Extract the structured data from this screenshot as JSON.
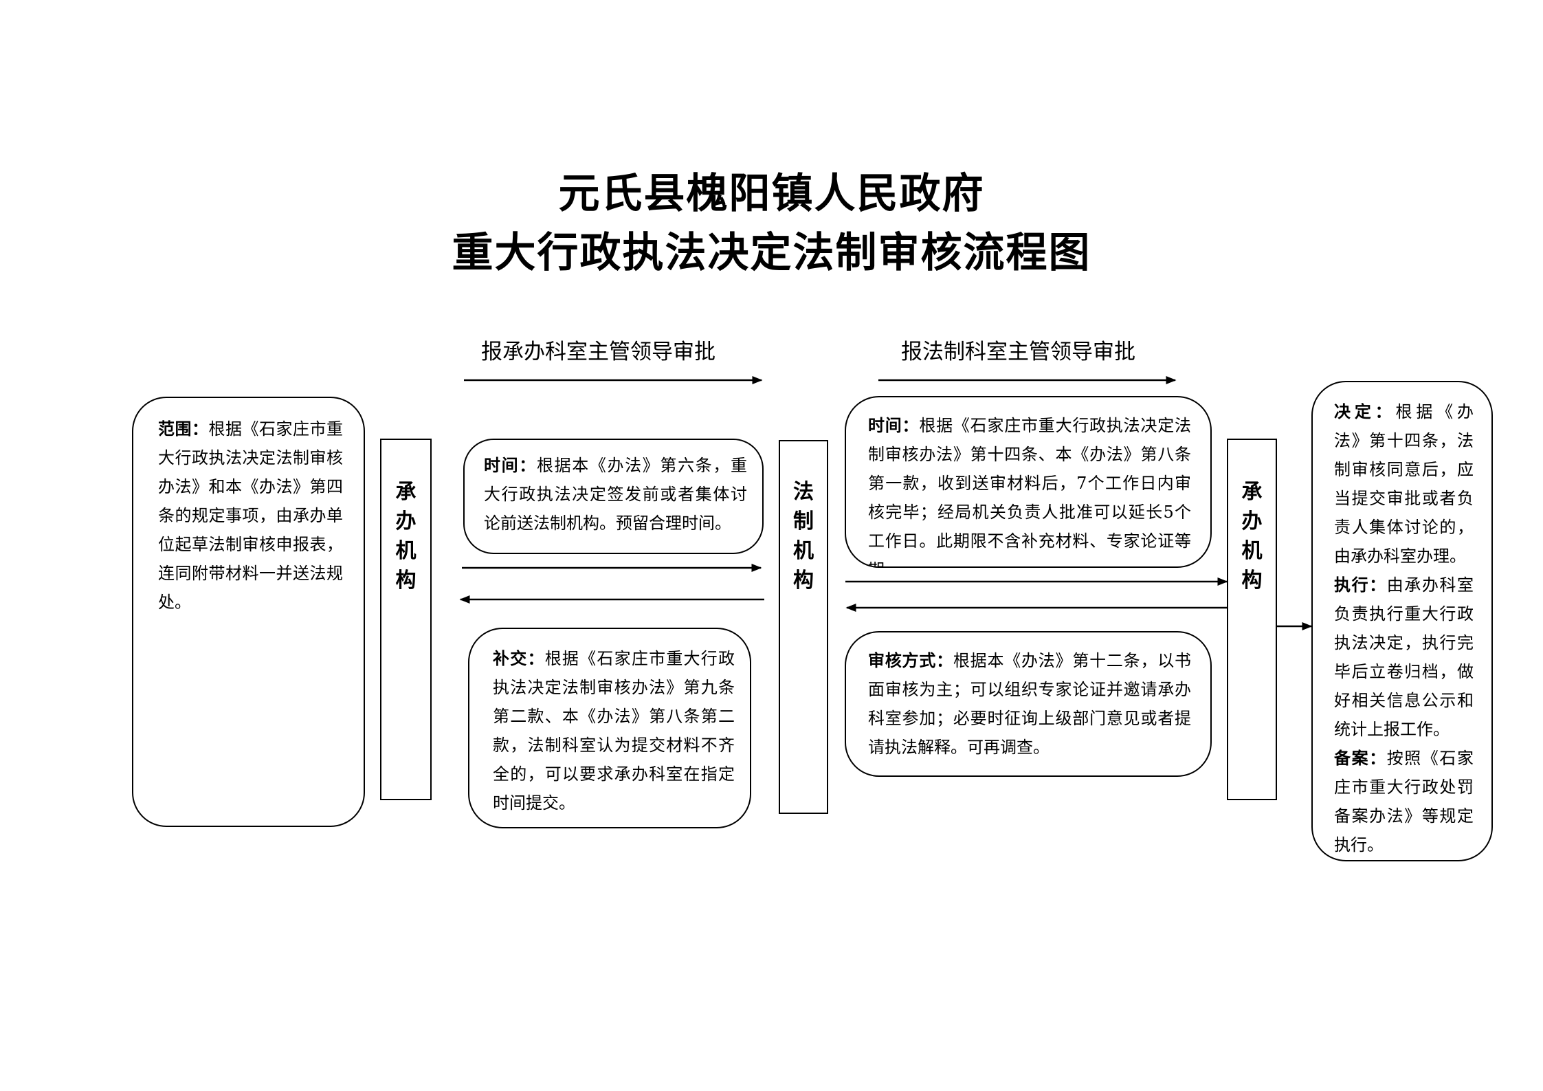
{
  "title": {
    "line1": "元氏县槐阳镇人民政府",
    "line2": "重大行政执法决定法制审核流程图"
  },
  "flow_labels": {
    "left": "报承办科室主管领导审批",
    "right": "报法制科室主管领导审批"
  },
  "scope": {
    "key": "范围：",
    "text": "根据《石家庄市重大行政执法决定法制审核办法》和本《办法》第四条的规定事项，由承办单位起草法制审核申报表，连同附带材料一并送法规处。"
  },
  "node_undertaking_1": {
    "label": "承办机构"
  },
  "time_1": {
    "key": "时间：",
    "text": "根据本《办法》第六条，重大行政执法决定签发前或者集体讨论前送法制机构。预留合理时间。"
  },
  "supplement": {
    "key": "补交：",
    "text": "根据《石家庄市重大行政执法决定法制审核办法》第九条第二款、本《办法》第八条第二款，法制科室认为提交材料不齐全的，可以要求承办科室在指定时间提交。"
  },
  "node_legal": {
    "label": "法制机构"
  },
  "time_2": {
    "key": "时间：",
    "text": "根据《石家庄市重大行政执法决定法制审核办法》第十四条、本《办法》第八条第一款，收到送审材料后，7个工作日内审核完毕；经局机关负责人批准可以延长5个工作日。此期限不含补充材料、专家论证等期"
  },
  "review_method": {
    "key": "审核方式：",
    "text": "根据本《办法》第十二条，以书面审核为主；可以组织专家论证并邀请承办科室参加；必要时征询上级部门意见或者提请执法解释。可再调查。"
  },
  "node_undertaking_2": {
    "label": "承办机构"
  },
  "final": {
    "decision_key": "决定：",
    "decision_text": "根据《办法》第十四条，法制审核同意后，应当提交审批或者负责人集体讨论的，由承办科室办理。",
    "execution_key": "执行：",
    "execution_text": "由承办科室负责执行重大行政执法决定，执行完毕后立卷归档，做好相关信息公示和统计上报工作。",
    "filing_key": "备案：",
    "filing_text": "按照《石家庄市重大行政处罚备案办法》等规定执行。"
  }
}
